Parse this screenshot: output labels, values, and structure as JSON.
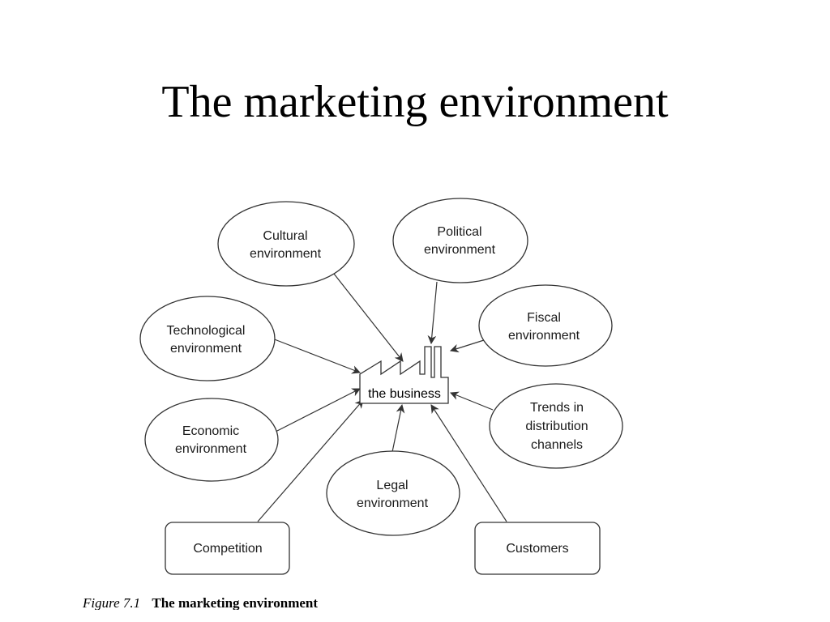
{
  "title": "The marketing environment",
  "center": {
    "label": "the business"
  },
  "nodes": [
    {
      "id": "cultural",
      "shape": "ellipse",
      "lines": [
        "Cultural",
        "environment"
      ]
    },
    {
      "id": "political",
      "shape": "ellipse",
      "lines": [
        "Political",
        "environment"
      ]
    },
    {
      "id": "fiscal",
      "shape": "ellipse",
      "lines": [
        "Fiscal",
        "environment"
      ]
    },
    {
      "id": "technological",
      "shape": "ellipse",
      "lines": [
        "Technological",
        "environment"
      ]
    },
    {
      "id": "trends",
      "shape": "ellipse",
      "lines": [
        "Trends in",
        "distribution",
        "channels"
      ]
    },
    {
      "id": "economic",
      "shape": "ellipse",
      "lines": [
        "Economic",
        "environment"
      ]
    },
    {
      "id": "legal",
      "shape": "ellipse",
      "lines": [
        "Legal",
        "environment"
      ]
    },
    {
      "id": "competition",
      "shape": "box",
      "lines": [
        "Competition"
      ]
    },
    {
      "id": "customers",
      "shape": "box",
      "lines": [
        "Customers"
      ]
    }
  ],
  "caption": {
    "number": "Figure 7.1",
    "title": "The marketing environment"
  }
}
